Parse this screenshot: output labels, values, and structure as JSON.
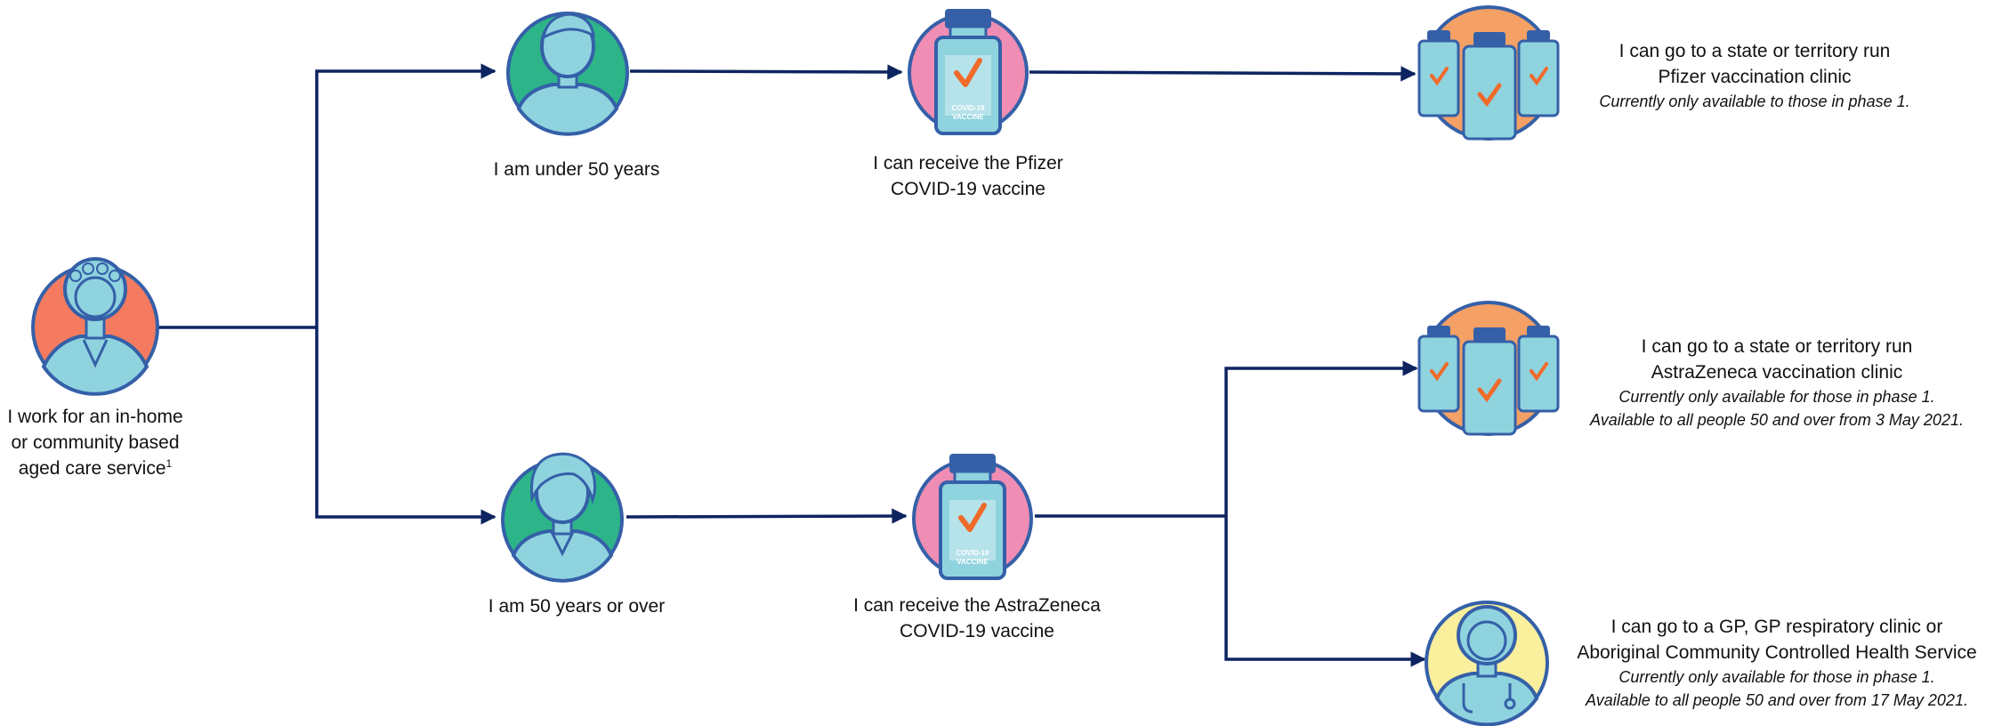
{
  "colors": {
    "line": "#0d2460",
    "outline": "#3560a8",
    "skin": "#8fd3df",
    "orange_bg": "#f47b5f",
    "green_bg": "#2db589",
    "pink_bg": "#ef8db4",
    "clinic_bg": "#f5a065",
    "gp_bg": "#f9ef9c",
    "check": "#f06a2a"
  },
  "start": {
    "icon": "aged-care-worker-icon",
    "lines": [
      "I work for an in-home",
      "or community based",
      "aged care service"
    ],
    "footnote": "1"
  },
  "under50": {
    "icon": "younger-person-icon",
    "label": "I am under 50 years"
  },
  "over50": {
    "icon": "older-person-icon",
    "label": "I am 50 years or over"
  },
  "pfizer": {
    "icon": "vaccine-vial-icon",
    "lines": [
      "I can receive the Pfizer",
      "COVID-19 vaccine"
    ]
  },
  "astrazeneca": {
    "icon": "vaccine-vial-icon",
    "lines": [
      "I can receive the AstraZeneca",
      "COVID-19 vaccine"
    ]
  },
  "vial_label": [
    "COVID-19",
    "VACCINE"
  ],
  "pfizer_clinic": {
    "icon": "vaccine-vials-icon",
    "lines": [
      "I can go to a state or territory run",
      "Pfizer vaccination clinic"
    ],
    "notes": [
      "Currently only available to those in phase 1."
    ]
  },
  "az_clinic": {
    "icon": "vaccine-vials-icon",
    "lines": [
      "I can go to a state or territory run",
      "AstraZeneca vaccination clinic"
    ],
    "notes": [
      "Currently only available for those in phase 1.",
      "Available to all people 50 and over from 3 May 2021."
    ]
  },
  "gp": {
    "icon": "doctor-icon",
    "lines": [
      "I can go to a GP, GP respiratory clinic or",
      "Aboriginal Community Controlled Health Service"
    ],
    "notes": [
      "Currently only available for those in phase 1.",
      "Available to all people 50 and over from 17 May 2021."
    ]
  }
}
